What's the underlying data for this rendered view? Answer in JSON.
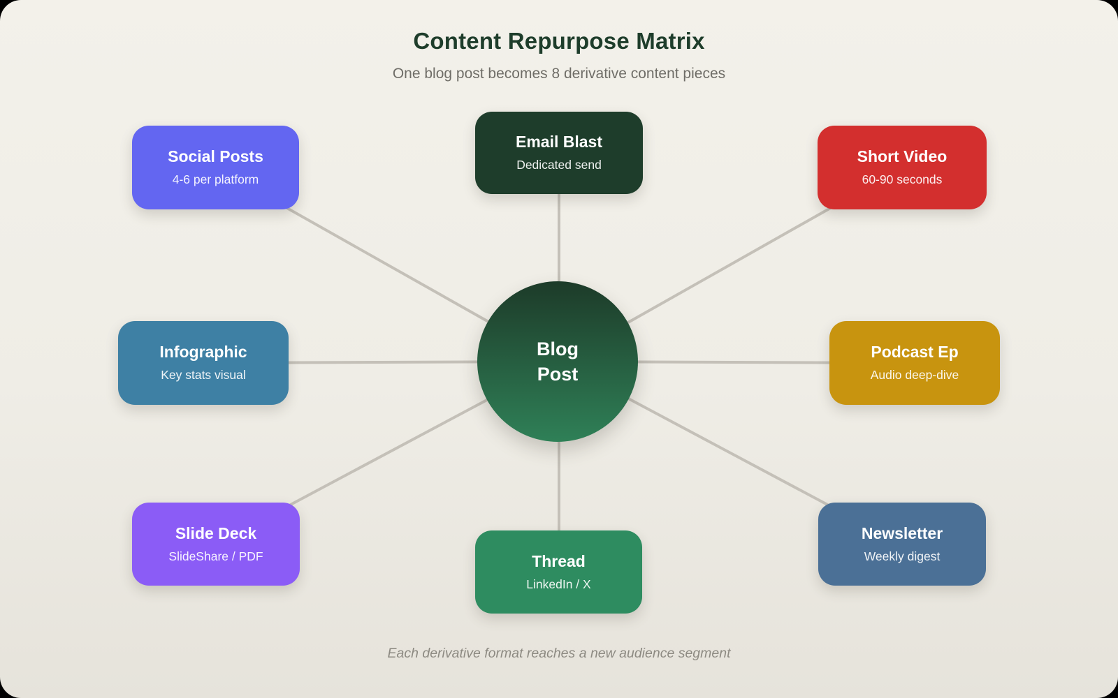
{
  "header": {
    "title": "Content Repurpose Matrix",
    "subtitle": "One blog post becomes 8 derivative content pieces"
  },
  "center": {
    "label_line1": "Blog",
    "label_line2": "Post",
    "gradient_top": "#1d3b29",
    "gradient_bottom": "#2f8057"
  },
  "nodes": [
    {
      "id": "social-posts",
      "title": "Social Posts",
      "subtitle": "4-6 per platform",
      "color": "#6366f1"
    },
    {
      "id": "email-blast",
      "title": "Email Blast",
      "subtitle": "Dedicated send",
      "color": "#1e3d2b"
    },
    {
      "id": "short-video",
      "title": "Short Video",
      "subtitle": "60-90 seconds",
      "color": "#d32f2e"
    },
    {
      "id": "infographic",
      "title": "Infographic",
      "subtitle": "Key stats visual",
      "color": "#3e80a4"
    },
    {
      "id": "podcast-ep",
      "title": "Podcast Ep",
      "subtitle": "Audio deep-dive",
      "color": "#c8940f"
    },
    {
      "id": "slide-deck",
      "title": "Slide Deck",
      "subtitle": "SlideShare / PDF",
      "color": "#8b5cf6"
    },
    {
      "id": "thread",
      "title": "Thread",
      "subtitle": "LinkedIn / X",
      "color": "#2e8c60"
    },
    {
      "id": "newsletter",
      "title": "Newsletter",
      "subtitle": "Weekly digest",
      "color": "#4b7096"
    }
  ],
  "footer": {
    "caption": "Each derivative format reaches a new audience segment"
  },
  "connector_color": "#c4c0b8"
}
